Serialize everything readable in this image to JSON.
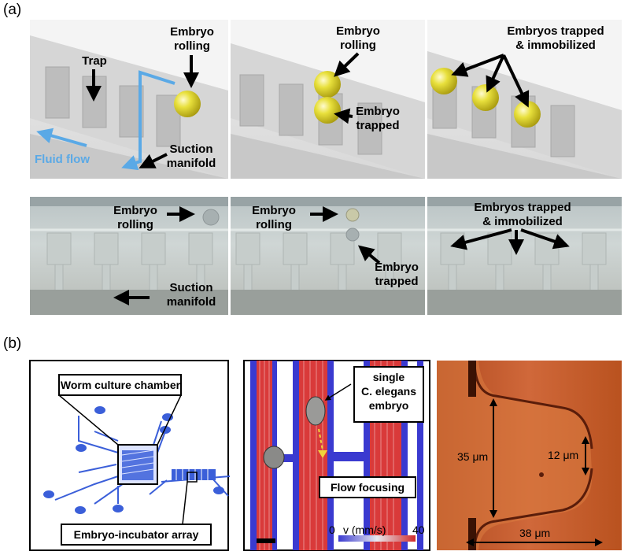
{
  "figure": {
    "panel_a_letter": "(a)",
    "panel_b_letter": "(b)",
    "row1": {
      "p1": {
        "embryo_rolling": [
          "Embryo",
          "rolling"
        ],
        "trap": "Trap",
        "fluid_flow": "Fluid flow",
        "suction_manifold": [
          "Suction",
          "manifold"
        ]
      },
      "p2": {
        "embryo_rolling": [
          "Embryo",
          "rolling"
        ],
        "embryo_trapped": [
          "Embryo",
          "trapped"
        ]
      },
      "p3": {
        "embryos_trapped": [
          "Embryos trapped",
          "& immobilized"
        ]
      }
    },
    "row2": {
      "p1": {
        "embryo_rolling": [
          "Embryo",
          "rolling"
        ],
        "suction_manifold": [
          "Suction",
          "manifold"
        ]
      },
      "p2": {
        "embryo_rolling": [
          "Embryo",
          "rolling"
        ],
        "embryo_trapped": [
          "Embryo",
          "trapped"
        ]
      },
      "p3": {
        "embryos_trapped": [
          "Embryos trapped",
          "& immobilized"
        ]
      }
    },
    "panel_b": {
      "worm_culture_chamber": "Worm culture chamber",
      "embryo_incubator_array": "Embryo-incubator array",
      "single_embryo": [
        "single",
        "C. elegans",
        "embryo"
      ],
      "flow_focusing": "Flow focusing",
      "colorbar_min": "0",
      "colorbar_unit": "v (mm/s)",
      "colorbar_max": "40",
      "dim_35": "35 μm",
      "dim_12": "12 μm",
      "dim_38": "38 μm"
    },
    "colors": {
      "fluid_flow": "#5aa9e6",
      "embryo_yellow": "#e6dc3a",
      "device_blue": "#3b5fd9",
      "flow_red": "#d93a3a",
      "micrograph_orange": "#c4582a"
    }
  }
}
